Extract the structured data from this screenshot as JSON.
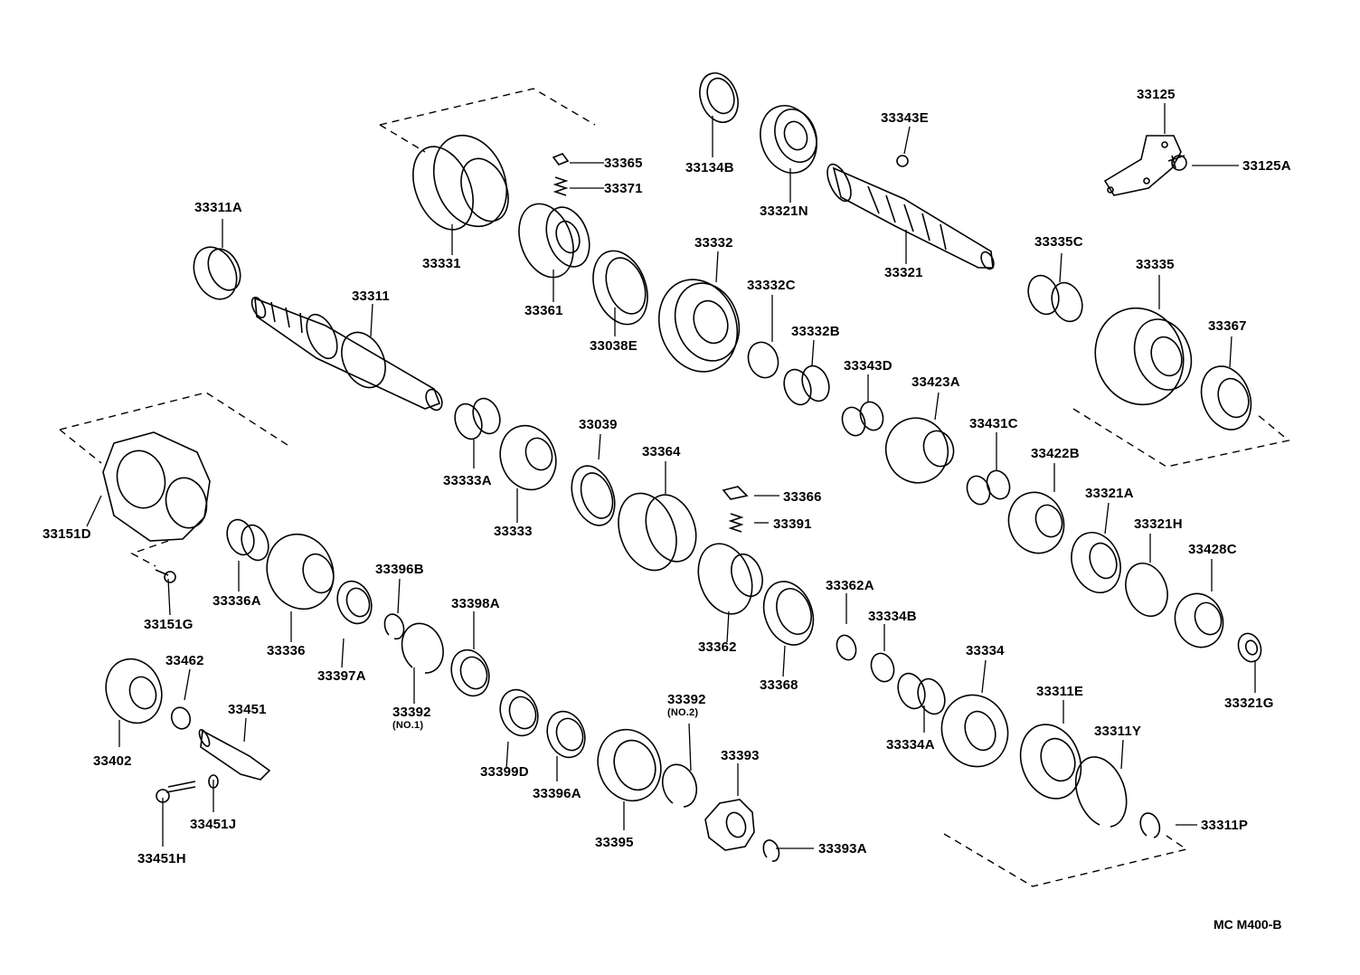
{
  "diagram_code": "MC  M400-B",
  "labels": {
    "l33125": "33125",
    "l33125A": "33125A",
    "l33134B": "33134B",
    "l33321N": "33321N",
    "l33343E": "33343E",
    "l33365": "33365",
    "l33371": "33371",
    "l33311A": "33311A",
    "l33331": "33331",
    "l33361": "33361",
    "l33321": "33321",
    "l33335C": "33335C",
    "l33332": "33332",
    "l33335": "33335",
    "l33311": "33311",
    "l33332C": "33332C",
    "l33038E": "33038E",
    "l33332B": "33332B",
    "l33367": "33367",
    "l33343D": "33343D",
    "l33423A": "33423A",
    "l33039": "33039",
    "l33431C": "33431C",
    "l33364": "33364",
    "l33422B": "33422B",
    "l33333A": "33333A",
    "l33321A": "33321A",
    "l33366": "33366",
    "l33333": "33333",
    "l33391": "33391",
    "l33321H": "33321H",
    "l33151D": "33151D",
    "l33428C": "33428C",
    "l33396B": "33396B",
    "l33362A": "33362A",
    "l33336A": "33336A",
    "l33151G": "33151G",
    "l33398A": "33398A",
    "l33334B": "33334B",
    "l33362": "33362",
    "l33336": "33336",
    "l33397A": "33397A",
    "l33334": "33334",
    "l33462": "33462",
    "l33368": "33368",
    "l33321G": "33321G",
    "l33392a": "33392",
    "l33392a_sub": "(NO.1)",
    "l33451": "33451",
    "l33311E": "33311E",
    "l33392b": "33392",
    "l33392b_sub": "(NO.2)",
    "l33334A": "33334A",
    "l33311Y": "33311Y",
    "l33402": "33402",
    "l33393": "33393",
    "l33399D": "33399D",
    "l33396A": "33396A",
    "l33451J": "33451J",
    "l33311P": "33311P",
    "l33395": "33395",
    "l33393A": "33393A",
    "l33451H": "33451H"
  }
}
